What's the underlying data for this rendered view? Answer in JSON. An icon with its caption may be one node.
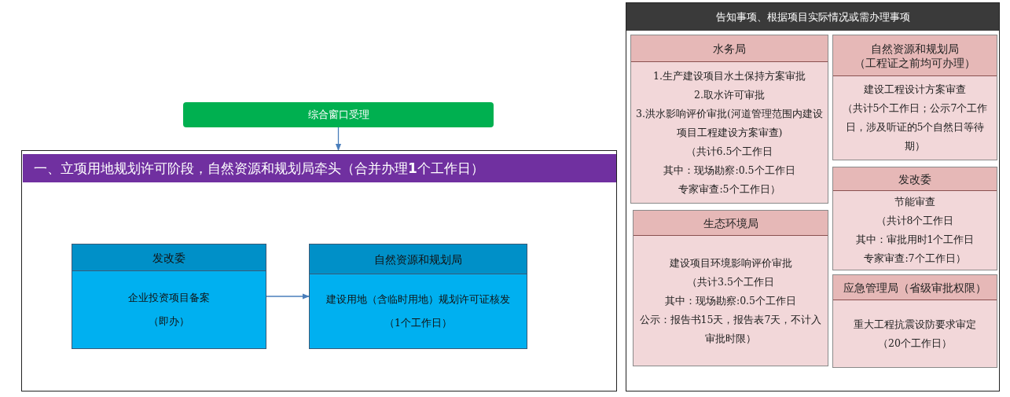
{
  "diagram": {
    "nodes": [
      {
        "text": [
          "综合窗口受理"
        ]
      },
      {
        "text": [
          "一、立项用地规划许可阶段，自然资源和规划局牵头（合并办理**1**个工作日）"
        ]
      },
      {
        "text": [
          "发改委",
          "企业投资项目备案",
          "（即办）"
        ],
        "in": 1
      },
      {
        "text": [
          "自然资源和规划局",
          "建设用地（含临时用地）规划许可证核发",
          "（1个工作日）"
        ],
        "in": 1
      },
      {
        "text": [
          "告知事项、根据项目实际情况或需办理事项"
        ]
      },
      {
        "text": [
          "水务局",
          "1.生产建设项目水土保持方案审批",
          "2.取水许可审批",
          "3.洪水影响评价审批(河道管理范围内建设项目工程建设方案审查)",
          "（共计6.5个工作日",
          "其中：现场勘察:0.5个工作日",
          "专家审查:5个工作日）"
        ],
        "in": 4
      },
      {
        "text": [
          "自然资源和规划局",
          "（工程证之前均可办理）",
          "建设工程设计方案审查",
          "（共计5个工作日；公示7个工作日，涉及听证的5个自然日等待期）"
        ],
        "in": 4
      },
      {
        "text": [
          "发改委",
          "节能审查",
          "（共计8个工作日",
          "其中：审批用时1个工作日",
          "专家审查:7个工作日）"
        ],
        "in": 4
      },
      {
        "text": [
          "生态环境局",
          "建设项目环境影响评价审批",
          "（共计3.5个工作日",
          "其中：现场勘察:0.5个工作日",
          "公示：报告书15天，报告表7天，不计入审批时限）"
        ],
        "in": 4
      },
      {
        "text": [
          "应急管理局（省级审批权限）",
          "重大工程抗震设防要求审定",
          "（20个工作日）"
        ],
        "in": 4
      }
    ],
    "edges": [
      {
        "from": 0,
        "to": 1,
        "arrow": "to"
      },
      {
        "from": 2,
        "to": 3,
        "arrow": "to"
      }
    ]
  }
}
